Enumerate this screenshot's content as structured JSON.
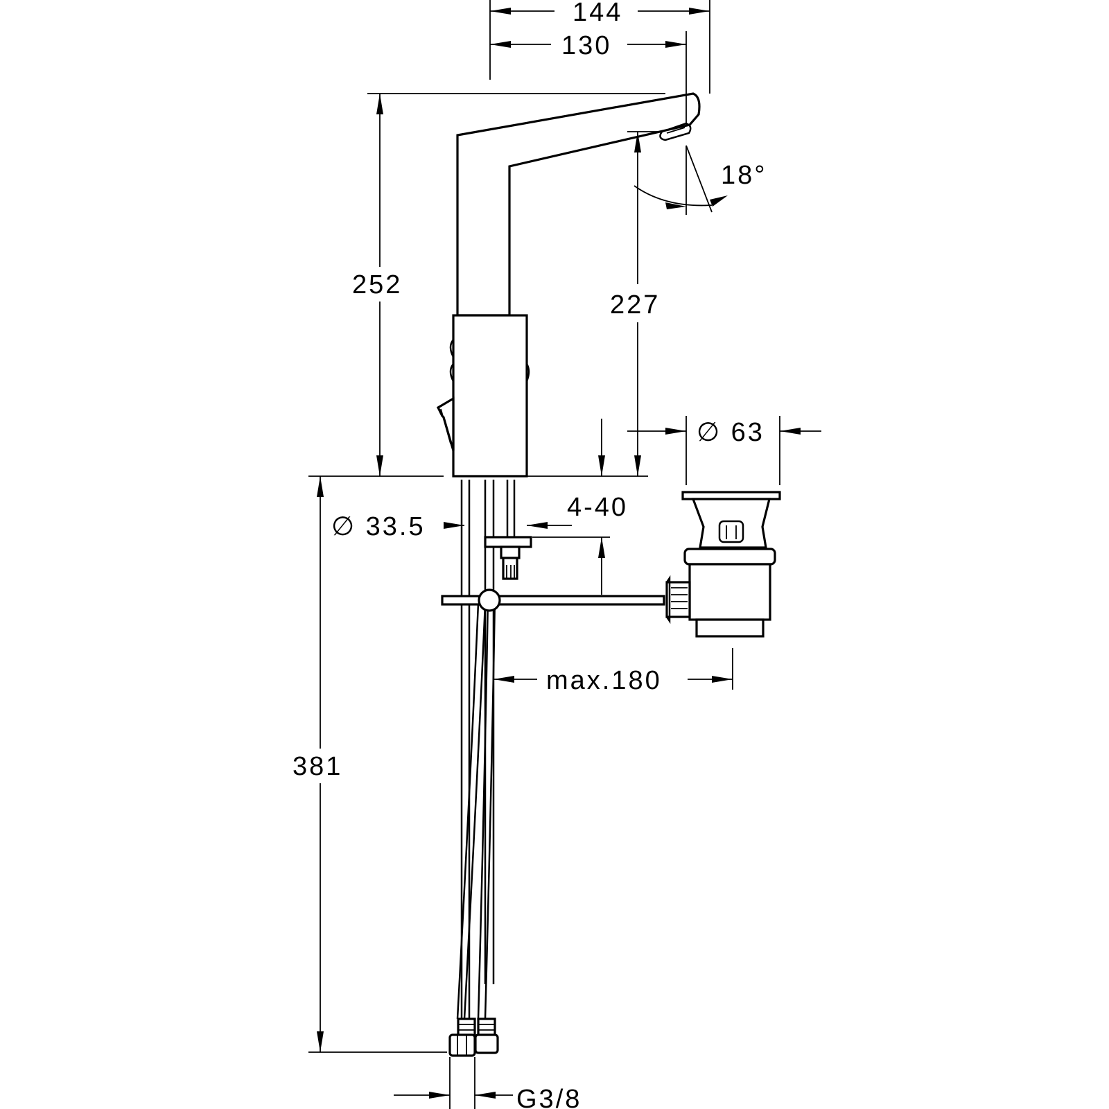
{
  "dimensions": {
    "width_total": "144",
    "width_spout": "130",
    "height_total": "252",
    "height_outlet": "227",
    "angle": "18°",
    "drain_diameter": "∅ 63",
    "base_diameter": "∅ 33.5",
    "deck_thickness": "4-40",
    "max_distance": "max.180",
    "below_deck": "381",
    "connection": "G3/8"
  }
}
